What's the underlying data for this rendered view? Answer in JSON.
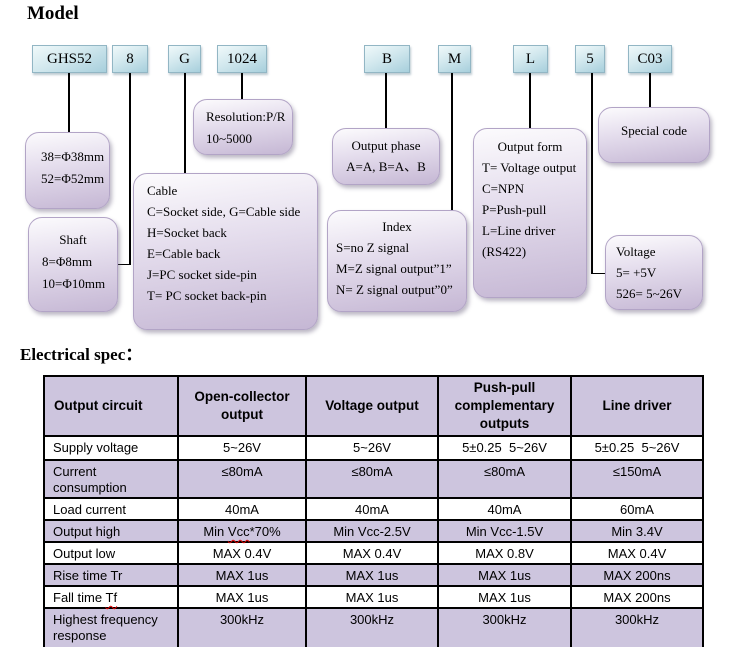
{
  "headings": {
    "model": "Model",
    "electrical_spec": "Electrical spec："
  },
  "colors": {
    "code_box_fill": "#a7cfdc",
    "callout_fill": "#c5b7d4",
    "table_header_bg": "#cdc5de",
    "table_alt_row_bg": "#cdc5de",
    "spellcheck_underline": "#e00000"
  },
  "model_code": {
    "segments": [
      {
        "code": "GHS52"
      },
      {
        "code": "8"
      },
      {
        "code": "G"
      },
      {
        "code": "1024"
      },
      {
        "code": "B"
      },
      {
        "code": "M"
      },
      {
        "code": "L"
      },
      {
        "code": "5"
      },
      {
        "code": "C03"
      }
    ]
  },
  "callouts": [
    {
      "id": "diameter",
      "lines": [
        "38=Φ38mm",
        "52=Φ52mm"
      ]
    },
    {
      "id": "shaft",
      "title": "Shaft",
      "lines": [
        "8=Φ8mm",
        "10=Φ10mm"
      ]
    },
    {
      "id": "resolution",
      "lines": [
        "Resolution:P/R",
        "10~5000"
      ]
    },
    {
      "id": "cable",
      "lines": [
        "Cable",
        "C=Socket side, G=Cable side",
        "H=Socket back",
        "E=Cable back",
        "J=PC socket side-pin",
        "T= PC socket back-pin"
      ]
    },
    {
      "id": "output-phase",
      "title": "Output phase",
      "lines": [
        "A=A, B=A、B"
      ]
    },
    {
      "id": "index",
      "title": "Index",
      "lines": [
        "S=no Z signal",
        "M=Z signal output”1”",
        "N= Z signal output”0”"
      ]
    },
    {
      "id": "output-form",
      "title": "Output form",
      "lines": [
        "T= Voltage output",
        "C=NPN",
        "P=Push-pull",
        "L=Line driver",
        "(RS422)"
      ]
    },
    {
      "id": "voltage",
      "lines": [
        "Voltage",
        "5= +5V",
        "526= 5~26V"
      ]
    },
    {
      "id": "special-code",
      "lines": [
        "Special code"
      ]
    }
  ],
  "electrical_spec": {
    "columns": [
      "Output circuit",
      "Open-collector output",
      "Voltage output",
      "Push-pull complementary outputs",
      "Line driver"
    ],
    "rows": [
      [
        "Supply voltage",
        "5~26V",
        "5~26V",
        "5±0.25  5~26V",
        "5±0.25  5~26V"
      ],
      [
        "Current consumption",
        "≤80mA",
        "≤80mA",
        "≤80mA",
        "≤150mA"
      ],
      [
        "Load current",
        "40mA",
        "40mA",
        "40mA",
        "60mA"
      ],
      [
        "Output high",
        "Min Vcc*70%",
        "Min Vcc-2.5V",
        "Min Vcc-1.5V",
        "Min 3.4V"
      ],
      [
        "Output low",
        "MAX 0.4V",
        "MAX 0.4V",
        "MAX 0.8V",
        "MAX 0.4V"
      ],
      [
        "Rise time Tr",
        "MAX 1us",
        "MAX 1us",
        "MAX 1us",
        "MAX 200ns"
      ],
      [
        "Fall time Tf",
        "MAX 1us",
        "MAX 1us",
        "MAX 1us",
        "MAX 200ns"
      ],
      [
        "Highest frequency response",
        "300kHz",
        "300kHz",
        "300kHz",
        "300kHz"
      ]
    ],
    "spellcheck_marks": [
      {
        "row": 3,
        "col": 1,
        "word": "Vcc"
      },
      {
        "row": 6,
        "col": 0,
        "word": "Tf"
      }
    ]
  }
}
